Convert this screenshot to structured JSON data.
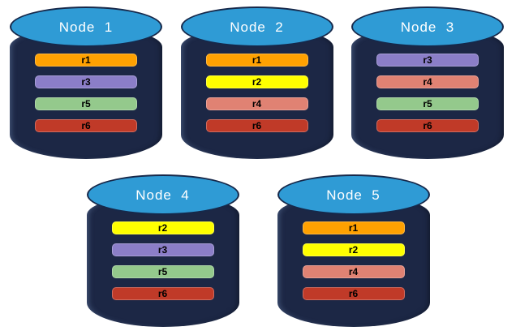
{
  "diagram": {
    "description": "Five database nodes with replicated shards",
    "colors": {
      "background": "#FFFFFF",
      "node_body": "#1C2745",
      "node_top_fill": "#2F9BD5",
      "node_top_stroke": "#16284A",
      "node_title_text": "#FFFFFF",
      "replica_label_text": "#000000"
    },
    "replica_colors": {
      "r1": "#FFA101",
      "r2": "#FFFF00",
      "r3": "#8B7EC8",
      "r4": "#E08273",
      "r5": "#94C98C",
      "r6": "#C03A28"
    },
    "rows": [
      {
        "nodes": [
          {
            "title": "Node  1",
            "replicas": [
              "r1",
              "r3",
              "r5",
              "r6"
            ]
          },
          {
            "title": "Node  2",
            "replicas": [
              "r1",
              "r2",
              "r4",
              "r6"
            ]
          },
          {
            "title": "Node  3",
            "replicas": [
              "r3",
              "r4",
              "r5",
              "r6"
            ]
          }
        ]
      },
      {
        "nodes": [
          {
            "title": "Node  4",
            "replicas": [
              "r2",
              "r3",
              "r5",
              "r6"
            ]
          },
          {
            "title": "Node  5",
            "replicas": [
              "r1",
              "r2",
              "r4",
              "r6"
            ]
          }
        ]
      }
    ]
  }
}
